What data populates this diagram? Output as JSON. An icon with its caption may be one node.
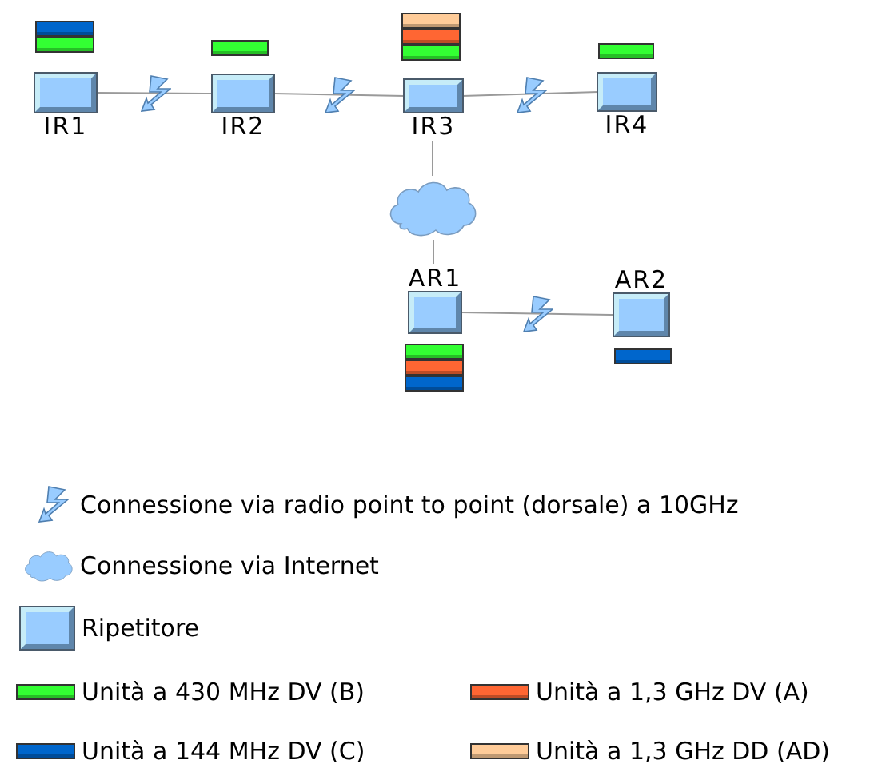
{
  "diagram": {
    "nodes": [
      {
        "text": [
          "IR1"
        ]
      },
      {
        "text": [
          "IR2"
        ]
      },
      {
        "text": [
          "IR3"
        ]
      },
      {
        "text": [
          "IR4"
        ]
      },
      {
        "text": [],
        "shape": "cloud"
      },
      {
        "text": [
          "AR1"
        ]
      },
      {
        "text": [
          "AR2"
        ]
      }
    ],
    "edges": [
      {
        "from": 0,
        "to": 1,
        "arrow": "none"
      },
      {
        "from": 1,
        "to": 2,
        "arrow": "none"
      },
      {
        "from": 2,
        "to": 3,
        "arrow": "none"
      },
      {
        "from": 2,
        "to": 4,
        "arrow": "none"
      },
      {
        "from": 4,
        "to": 5,
        "arrow": "none"
      },
      {
        "from": 5,
        "to": 6,
        "arrow": "none"
      }
    ],
    "legend": [
      {
        "text": "Connessione via radio point to point (dorsale) a 10GHz"
      },
      {
        "text": "Connessione via Internet"
      },
      {
        "text": "Ripetitore"
      },
      {
        "text": "Unità a 430 MHz DV (B)",
        "color": "#33ff33"
      },
      {
        "text": "Unità a 1,3 GHz DV (A)",
        "color": "#ff6633"
      },
      {
        "text": "Unità a 144 MHz DV (C)",
        "color": "#0066cc"
      },
      {
        "text": "Unità a 1,3 GHz DD (AD)",
        "color": "#ffcc99"
      }
    ]
  }
}
